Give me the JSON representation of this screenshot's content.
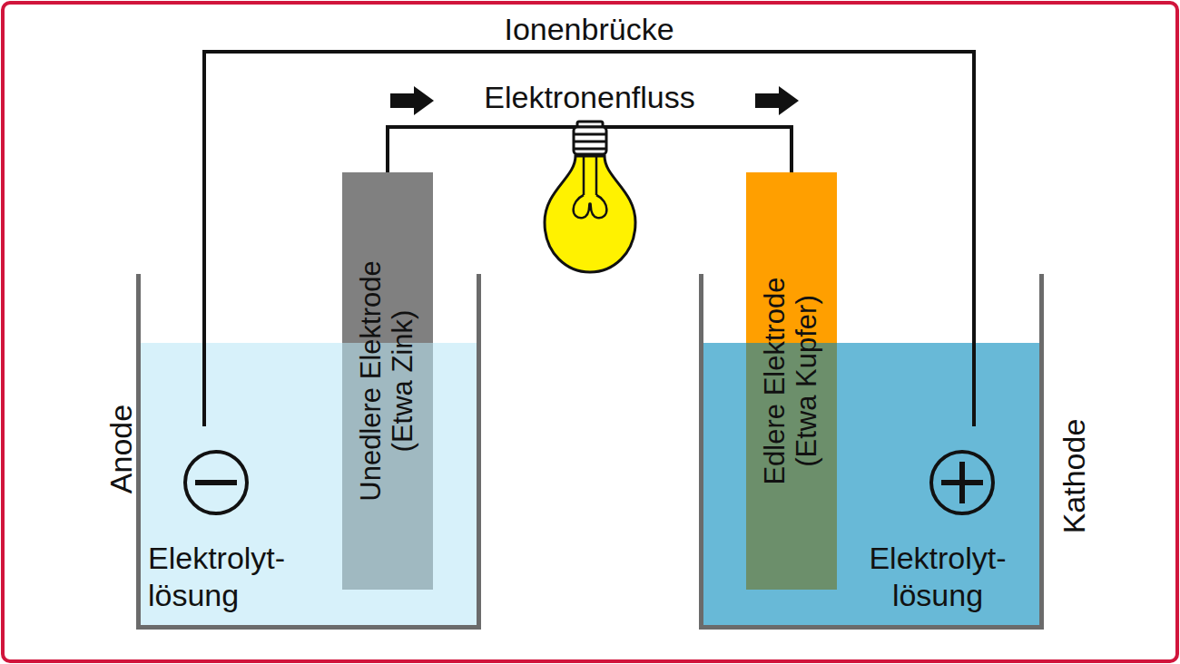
{
  "diagram": {
    "nodes": [
      {
        "text": [
          "Anode",
          "Elektrolyt- lösung"
        ]
      },
      {
        "text": [
          "Unedlere Elektrode (Etwa Zink)"
        ]
      },
      {
        "text": [
          "Edlere Elektrode (Etwa Kupfer)"
        ]
      },
      {
        "text": [
          "Kathode",
          "Elektrolyt- lösung"
        ]
      }
    ],
    "edges": [
      {
        "from": 1,
        "to": 2,
        "label": "Elektronenfluss",
        "arrow": "none"
      },
      {
        "from": 0,
        "to": 3,
        "label": "Ionenbrücke",
        "arrow": "none"
      }
    ]
  }
}
